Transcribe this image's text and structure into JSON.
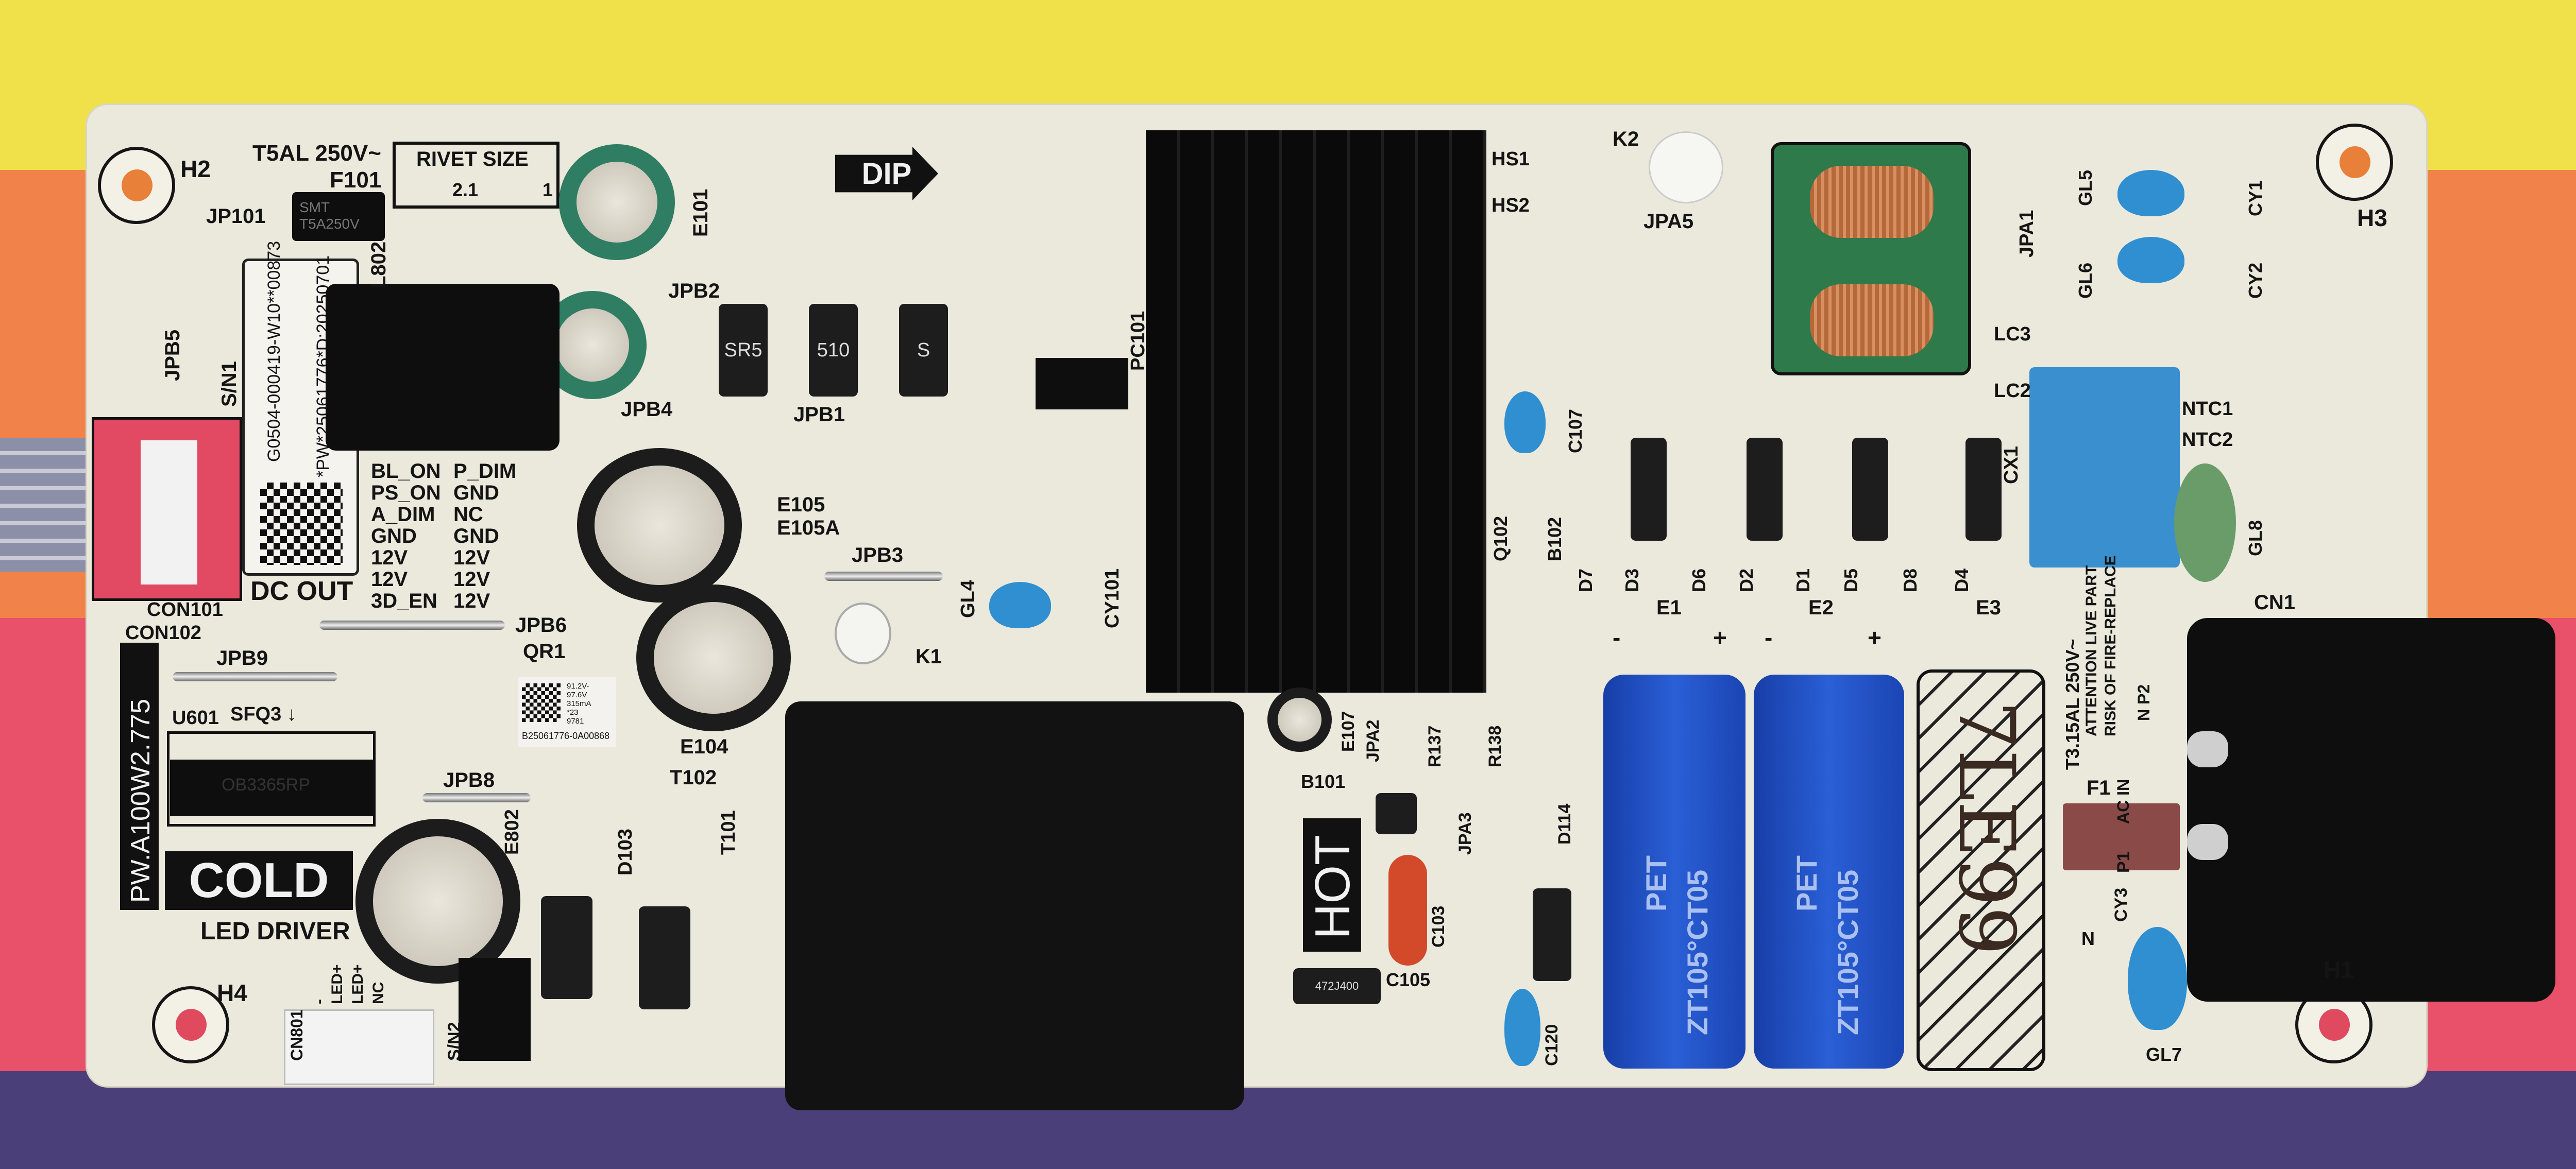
{
  "board": {
    "model": "PW.A100W2.775",
    "cold": "COLD",
    "hot": "HOT",
    "led_driver": "LED DRIVER",
    "dc_out": "DC OUT",
    "dip": "DIP",
    "rivet_size": "RIVET SIZE",
    "rivet_a": "2.1",
    "rivet_b": "1",
    "handwriting": "7LE99"
  },
  "fuse_f101": {
    "ref": "F101",
    "rating": "T5AL 250V~",
    "marking": "SMT T5A250V"
  },
  "fuse_f1": {
    "ref": "F1",
    "rating": "T3.15AL 250V~"
  },
  "warning": {
    "line1": "ATTENTION LIVE PART",
    "line2": "RISK OF FIRE-REPLACE"
  },
  "sn_label": {
    "part": "G0504-000419-W10**00873",
    "code": "*PW*25061776*D:20250701"
  },
  "qr_label": {
    "lines": [
      "91.2V-",
      "97.6V",
      "315mA",
      "*23",
      "9781"
    ],
    "serial": "B25061776-0A00868"
  },
  "pinout": {
    "left": [
      "BL_ON",
      "PS_ON",
      "A_DIM",
      "GND",
      "12V",
      "12V",
      "3D_EN"
    ],
    "right": [
      "P_DIM",
      "GND",
      "NC",
      "GND",
      "12V",
      "12V",
      "12V"
    ]
  },
  "led_connector_pins": [
    "-",
    "LED+",
    "LED+",
    "NC"
  ],
  "ic_u601": {
    "marking": "OB3365RP"
  },
  "diode_markings": [
    "SR5",
    "510",
    "S"
  ],
  "big_cap_marking": {
    "brand": "PET",
    "spec": "ZT105°CT05"
  },
  "resistor_marking": "472J400",
  "polarity": {
    "minus": "-",
    "plus": "+"
  },
  "ref": {
    "H1": "H1",
    "H2": "H2",
    "H3": "H3",
    "H4": "H4",
    "JP101": "JP101",
    "L802": "L802",
    "JPB5": "JPB5",
    "SN1": "S/N1",
    "E101": "E101",
    "JPB2": "JPB2",
    "JPB4": "JPB4",
    "JPB1": "JPB1",
    "E105": "E105",
    "E105A": "E105A",
    "JPB3": "JPB3",
    "JPB6": "JPB6",
    "JPB9": "JPB9",
    "QR1": "QR1",
    "U601": "U601",
    "SFQ3": "SFQ3 ↓",
    "JPB8": "JPB8",
    "E802": "E802",
    "D103": "D103",
    "E104": "E104",
    "T102": "T102",
    "T101": "T101",
    "K1": "K1",
    "GL4": "GL4",
    "CY101": "CY101",
    "PC101": "PC101",
    "HS1": "HS1",
    "HS2": "HS2",
    "K2": "K2",
    "JPA5": "JPA5",
    "JPA1": "JPA1",
    "LC3": "LC3",
    "LC2": "LC2",
    "GL5": "GL5",
    "GL6": "GL6",
    "CY1": "CY1",
    "CY2": "CY2",
    "NTC1": "NTC1",
    "NTC2": "NTC2",
    "CX1": "CX1",
    "GL8": "GL8",
    "C107": "C107",
    "Q102": "Q102",
    "B102": "B102",
    "D7": "D7",
    "D3": "D3",
    "D6": "D6",
    "D2": "D2",
    "D1": "D1",
    "D5": "D5",
    "D8": "D8",
    "D4": "D4",
    "E1": "E1",
    "E2": "E2",
    "E3": "E3",
    "CN1": "CN1",
    "NP2": "N P2",
    "ACIN": "AC IN",
    "P1": "P1",
    "CY3": "CY3",
    "N": "N",
    "GL7": "GL7",
    "E107": "E107",
    "JPA2": "JPA2",
    "R137": "R137",
    "R138": "R138",
    "B101": "B101",
    "JPA3": "JPA3",
    "D114": "D114",
    "C103": "C103",
    "C105": "C105",
    "C120": "C120",
    "CON101": "CON101",
    "CON102": "CON102",
    "CN801": "CN801",
    "SN2": "S/N2"
  },
  "colors": {
    "board": "#ebe8dc",
    "silkscreen": "#141414",
    "blue_cap": "#2a5fd6",
    "y_cap": "#2f8fd0"
  }
}
